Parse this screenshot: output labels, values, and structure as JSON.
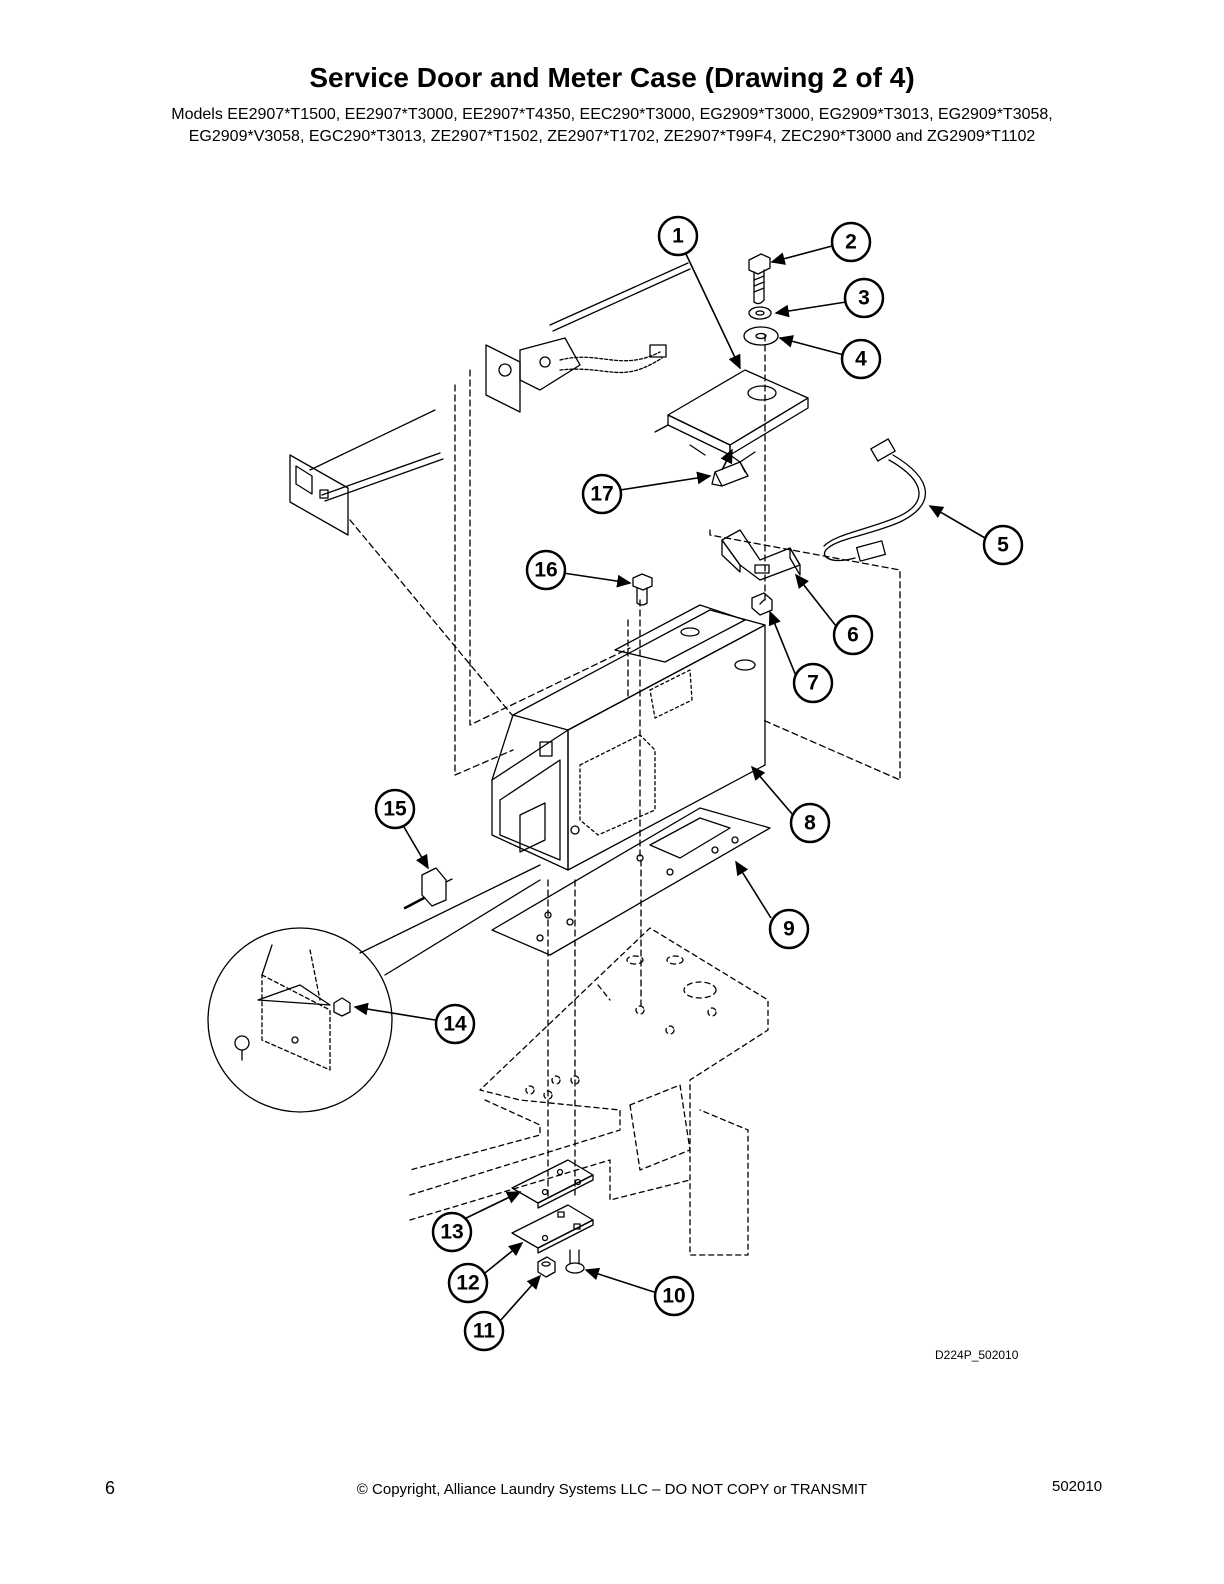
{
  "header": {
    "title": "Service Door and Meter Case (Drawing 2 of 4)",
    "models_line1": "Models EE2907*T1500, EE2907*T3000, EE2907*T4350, EEC290*T3000, EG2909*T3000, EG2909*T3013, EG2909*T3058,",
    "models_line2": "EG2909*V3058, EGC290*T3013, ZE2907*T1502, ZE2907*T1702, ZE2907*T99F4, ZEC290*T3000 and ZG2909*T1102"
  },
  "diagram": {
    "drawing_id": "D224P_502010",
    "callouts": [
      "1",
      "2",
      "3",
      "4",
      "5",
      "6",
      "7",
      "8",
      "9",
      "10",
      "11",
      "12",
      "13",
      "14",
      "15",
      "16",
      "17"
    ]
  },
  "footer": {
    "page_number": "6",
    "copyright": "© Copyright, Alliance Laundry Systems LLC – DO NOT COPY or TRANSMIT",
    "document_number": "502010"
  }
}
